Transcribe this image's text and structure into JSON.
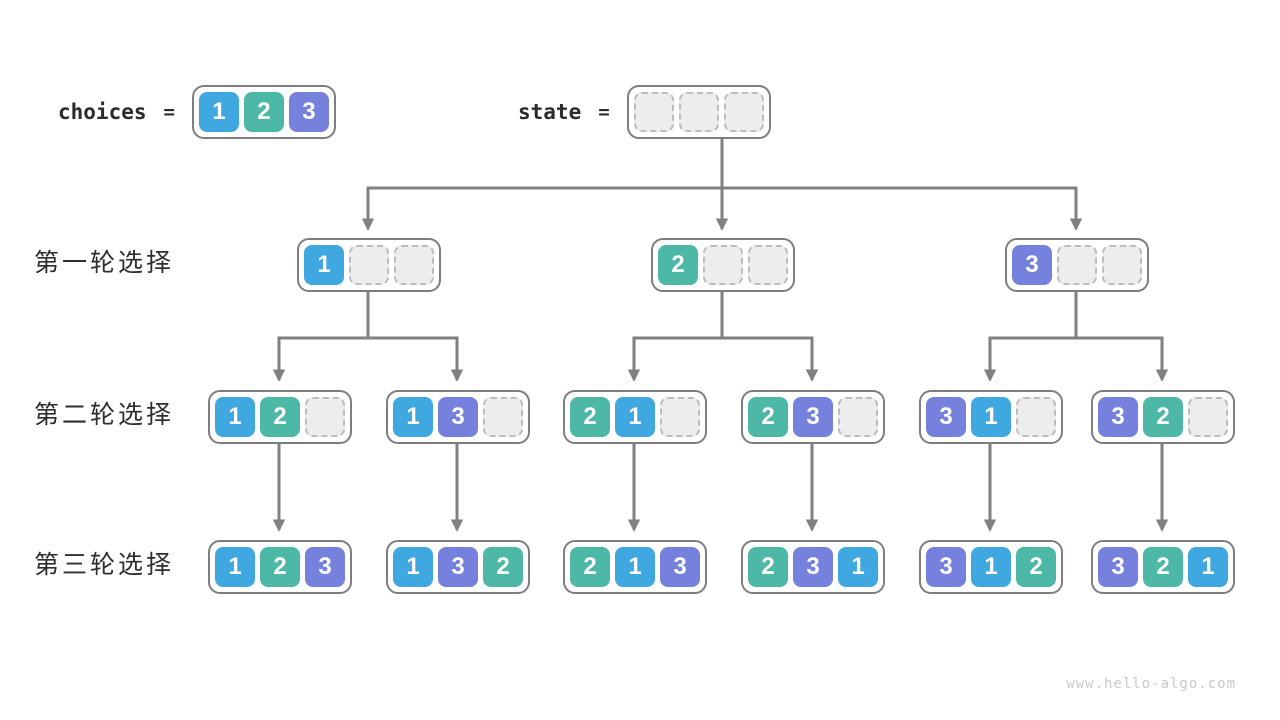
{
  "header": {
    "choices_label": "choices",
    "state_label": "state",
    "equals": "="
  },
  "diagram": {
    "choices_cells": [
      "1",
      "2",
      "3"
    ],
    "state_cells": [
      "",
      "",
      ""
    ],
    "levels": [
      {
        "label": "第一轮选择",
        "nodes": [
          [
            "1",
            "",
            ""
          ],
          [
            "2",
            "",
            ""
          ],
          [
            "3",
            "",
            ""
          ]
        ]
      },
      {
        "label": "第二轮选择",
        "nodes": [
          [
            "1",
            "2",
            ""
          ],
          [
            "1",
            "3",
            ""
          ],
          [
            "2",
            "1",
            ""
          ],
          [
            "2",
            "3",
            ""
          ],
          [
            "3",
            "1",
            ""
          ],
          [
            "3",
            "2",
            ""
          ]
        ]
      },
      {
        "label": "第三轮选择",
        "nodes": [
          [
            "1",
            "2",
            "3"
          ],
          [
            "1",
            "3",
            "2"
          ],
          [
            "2",
            "1",
            "3"
          ],
          [
            "2",
            "3",
            "1"
          ],
          [
            "3",
            "1",
            "2"
          ],
          [
            "3",
            "2",
            "1"
          ]
        ]
      }
    ]
  },
  "colors": {
    "value_1": "#3FA8E1",
    "value_2": "#4CB8A5",
    "value_3": "#7681DD",
    "arrow": "#808080",
    "box_border": "#7E7E7E",
    "empty_cell_fill": "#EDEDED",
    "empty_cell_border": "#BDBDBD"
  },
  "footer": {
    "watermark": "www.hello-algo.com"
  }
}
